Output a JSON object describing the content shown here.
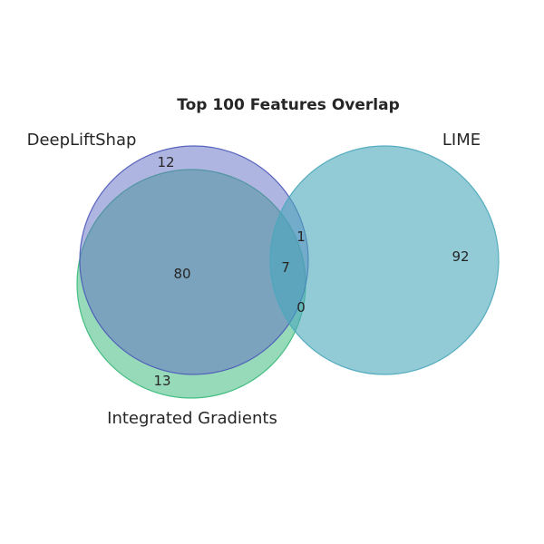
{
  "title": "Top 100 Features Overlap",
  "sets": [
    {
      "name": "DeepLiftShap",
      "color": "#5f6cc4"
    },
    {
      "name": "LIME",
      "color": "#4aa7bb"
    },
    {
      "name": "Integrated Gradients",
      "color": "#2fb673"
    }
  ],
  "regions": {
    "deepliftshap_only": "12",
    "lime_only": "92",
    "integrated_gradients_only": "13",
    "deepliftshap_and_integrated_gradients": "80",
    "deepliftshap_and_lime": "1",
    "lime_and_integrated_gradients": "0",
    "all_three": "7"
  }
}
